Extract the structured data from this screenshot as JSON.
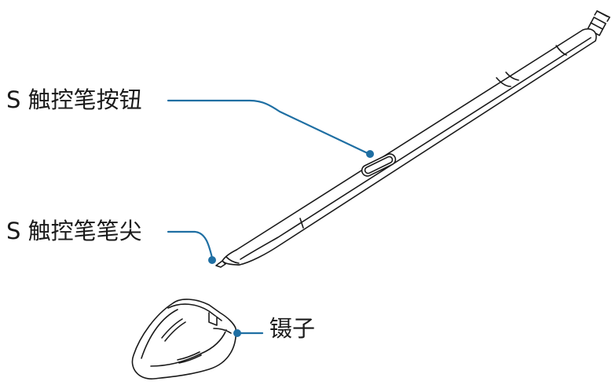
{
  "labels": {
    "spen_button": "S 触控笔按钮",
    "spen_tip": "S 触控笔笔尖",
    "tweezers": "镊子"
  },
  "colors": {
    "leader_line": "#1f6fa3",
    "outline": "#1a1a1a",
    "background": "#ffffff"
  }
}
